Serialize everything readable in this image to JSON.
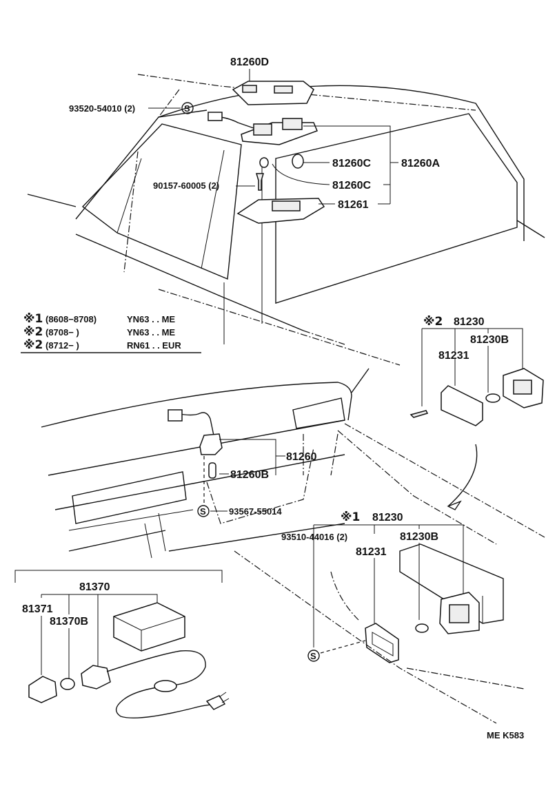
{
  "diagram_code": "ME K583",
  "roof_assembly": {
    "lamp_assy": "81260D",
    "screw_roof": "93520-54010 (2)",
    "screw_symbol": "S",
    "bulb_a": "81260C",
    "lamp_a": "81260A",
    "screw_bulb": "90157-60005 (2)",
    "bulb_b": "81260C",
    "lens": "81261"
  },
  "legend": {
    "rows": [
      {
        "mark": "※1",
        "range": "(8608−8708)",
        "model": "YN63 . . ME"
      },
      {
        "mark": "※2",
        "range": "(8708−         )",
        "model": "YN63 . . ME"
      },
      {
        "mark": "※2",
        "range": "(8712−         )",
        "model": "RN61 . . EUR"
      }
    ]
  },
  "trunk_lamp": {
    "assy": "81260",
    "bulb": "81260B",
    "screw": "93567-55014"
  },
  "license_lamp_upper": {
    "mark": "※2",
    "assy": "81230",
    "lens": "81231",
    "bulb": "81230B"
  },
  "license_lamp_lower": {
    "mark": "※1",
    "assy": "81230",
    "screw": "93510-44016 (2)",
    "lens": "81231",
    "bulb": "81230B"
  },
  "inspection_lamp": {
    "assy": "81370",
    "socket": "81371",
    "bulb": "81370B"
  }
}
